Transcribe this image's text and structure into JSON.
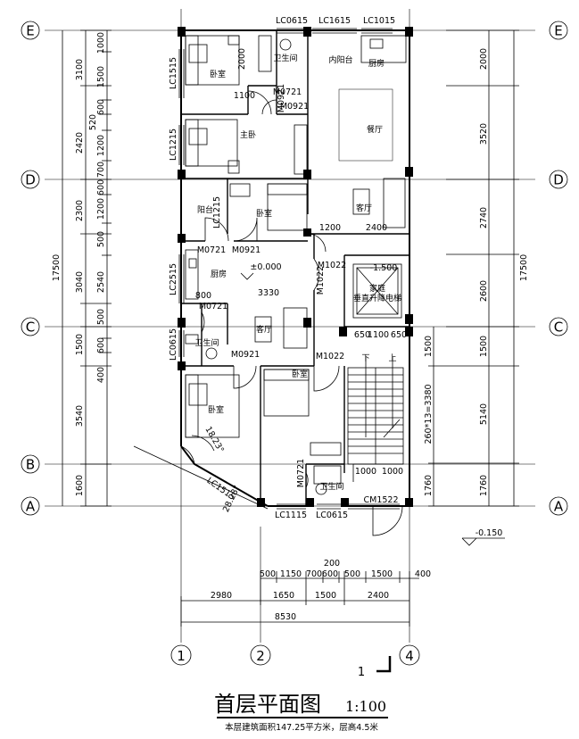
{
  "axes": {
    "rows": [
      "E",
      "D",
      "C",
      "B",
      "A"
    ],
    "cols": [
      "1",
      "2",
      "4"
    ]
  },
  "dims": {
    "left_outer": [
      "3100",
      "2420",
      "2300",
      "3040",
      "1500",
      "3540",
      "1600"
    ],
    "left_inner": [
      "1000",
      "1500",
      "600",
      "520",
      "1200",
      "700",
      "600",
      "1200",
      "500",
      "2540",
      "500",
      "600",
      "400"
    ],
    "left_total": "17500",
    "right_outer": [
      "2000",
      "3520",
      "2740",
      "2600",
      "1500",
      "5140",
      "1760"
    ],
    "right_total": "17500",
    "right_stair": "260*13=3380",
    "bottom_row1": [
      "500",
      "1150",
      "700",
      "600",
      "500",
      "1500",
      "400"
    ],
    "bottom_row1_top": "200",
    "bottom_row2": [
      "2980",
      "1650",
      "1500",
      "2400"
    ],
    "bottom_total": "8530",
    "stair_widths": [
      "650",
      "1100",
      "650"
    ],
    "stair_landing": [
      "1000",
      "1000"
    ],
    "living_width": "3330",
    "living_right": "2400",
    "living_right2": "1200"
  },
  "rooms": {
    "bedroom": "卧室",
    "master": "主卧",
    "bath": "卫生间",
    "inner_balcony": "内阳台",
    "kitchen": "厨房",
    "dining": "餐厅",
    "balcony": "阳台",
    "living": "客厅",
    "elevator": "家庭\n垂直升降电梯"
  },
  "windows": [
    "LC0615",
    "LC1615",
    "LC1015",
    "LC1515",
    "LC1215",
    "LC1215",
    "LC2515",
    "LC0615",
    "LC1515",
    "LC1115",
    "LC0615",
    "CM1522"
  ],
  "doors": [
    "M0721",
    "M0921",
    "M0921",
    "M0721",
    "M0921",
    "M1022",
    "M1022",
    "M0721",
    "M0921",
    "M1022",
    "M0721"
  ],
  "levels": {
    "floor": "±0.000",
    "elevator": "-1.500",
    "outside": "-0.150"
  },
  "angles": [
    "18.23°",
    "28.23°"
  ],
  "stair": {
    "down": "下",
    "up": "上"
  },
  "title": {
    "main": "首层平面图",
    "scale": "1:100",
    "sub": "本层建筑面积147.25平方米，层高4.5米"
  },
  "section_mark": "1",
  "misc_800": "800"
}
